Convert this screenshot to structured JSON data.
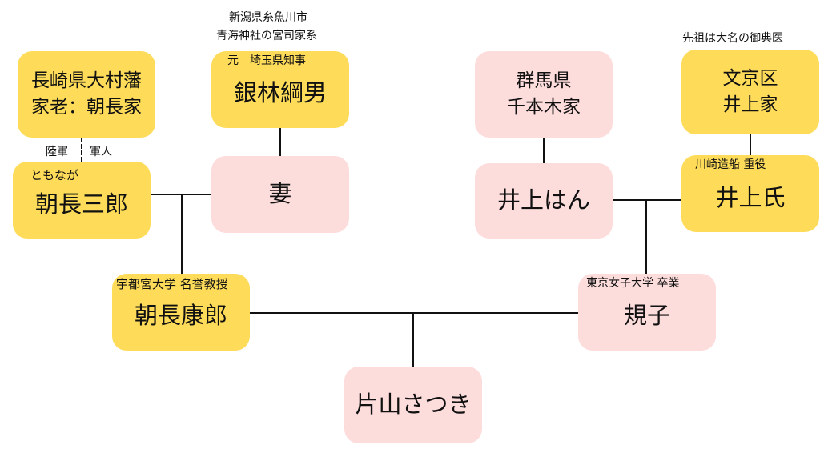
{
  "people": {
    "omura_karo": {
      "line1": "長崎県大村藩",
      "line2": "家老：朝長家"
    },
    "saburo": {
      "furigana": "ともなが",
      "name": "朝長三郎"
    },
    "saburo_left_note": "陸軍",
    "saburo_right_note": "軍人",
    "ginbayashi": {
      "title": "元　埼玉県知事",
      "name": "銀林綱男"
    },
    "ginbayashi_note_line1": "新潟県糸魚川市",
    "ginbayashi_note_line2": "青海神社の宮司家系",
    "wife": {
      "name": "妻"
    },
    "yasuro": {
      "title": "宇都宮大学 名誉教授",
      "name": "朝長康郎"
    },
    "satsuki": {
      "name": "片山さつき"
    },
    "senbongi": {
      "line1": "群馬県",
      "line2": "千本木家"
    },
    "inoue_han": {
      "name": "井上はん"
    },
    "bunkyo_inoue": {
      "line1": "文京区",
      "line2": "井上家"
    },
    "bunkyo_note": "先祖は大名の御典医",
    "inoue_shi": {
      "title": "川崎造船 重役",
      "name": "井上氏"
    },
    "noriko": {
      "title": "東京女子大学 卒業",
      "name": "規子"
    }
  },
  "colors": {
    "yellow": "#fedc5a",
    "pink": "#fddcdc",
    "line": "#111111"
  }
}
